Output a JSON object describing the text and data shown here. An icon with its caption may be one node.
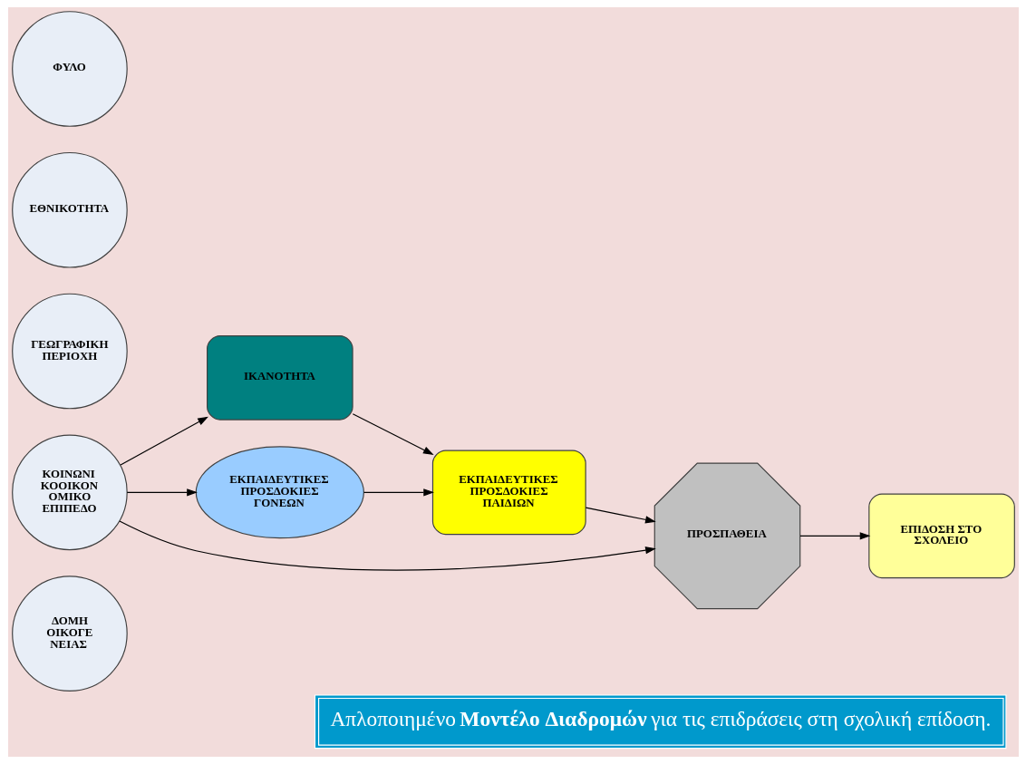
{
  "diagram": {
    "caption": "Απλοποιημένο **Μοντέλο Διαδρομών** για τις επιδράσεις στη σχολική επίδοση.",
    "nodes": [
      {
        "text": [
          "ΦΥΛΟ"
        ]
      },
      {
        "text": [
          "ΕΘΝΙΚΟΤΗΤΑ"
        ]
      },
      {
        "text": [
          "ΓΕΩΓΡΑΦΙΚΗ ΠΕΡΙΟΧΗ"
        ]
      },
      {
        "text": [
          "ΚΟΙΝΩΝΙ ΚΟΟΙΚΟΝ ΟΜΙΚΟ ΕΠΙΠΕΔΟ"
        ]
      },
      {
        "text": [
          "ΔΟΜΗ ΟΙΚΟΓΕ ΝΕΙΑΣ"
        ]
      },
      {
        "text": [
          "ΙΚΑΝΟΤΗΤΑ"
        ]
      },
      {
        "text": [
          "ΕΚΠΑΙΔΕΥΤΙΚΕΣ ΠΡΟΣΔΟΚΙΕΣ ΠΑΙΔΙΩΝ"
        ]
      },
      {
        "text": [
          "ΠΡΟΣΠΑΘΕΙΑ"
        ]
      },
      {
        "text": [
          "ΕΚΠΑΙΔΕΥΤΙΚΕΣ ΠΡΟΣΔΟΚΙΕΣ ΓΟΝΕΩΝ"
        ]
      },
      {
        "text": [
          "ΕΠΙΔΟΣΗ ΣΤΟ ΣΧΟΛΕΙΟ"
        ]
      }
    ],
    "edges": [
      {
        "from": 3,
        "to": 5,
        "arrow": "to"
      },
      {
        "from": 3,
        "to": 7,
        "arrow": "to"
      },
      {
        "from": 3,
        "to": 8,
        "arrow": "to"
      },
      {
        "from": 8,
        "to": 6,
        "arrow": "to"
      },
      {
        "from": 5,
        "to": 6,
        "arrow": "to"
      },
      {
        "from": 6,
        "to": 7,
        "arrow": "to"
      },
      {
        "from": 7,
        "to": 9,
        "arrow": "to"
      }
    ]
  }
}
